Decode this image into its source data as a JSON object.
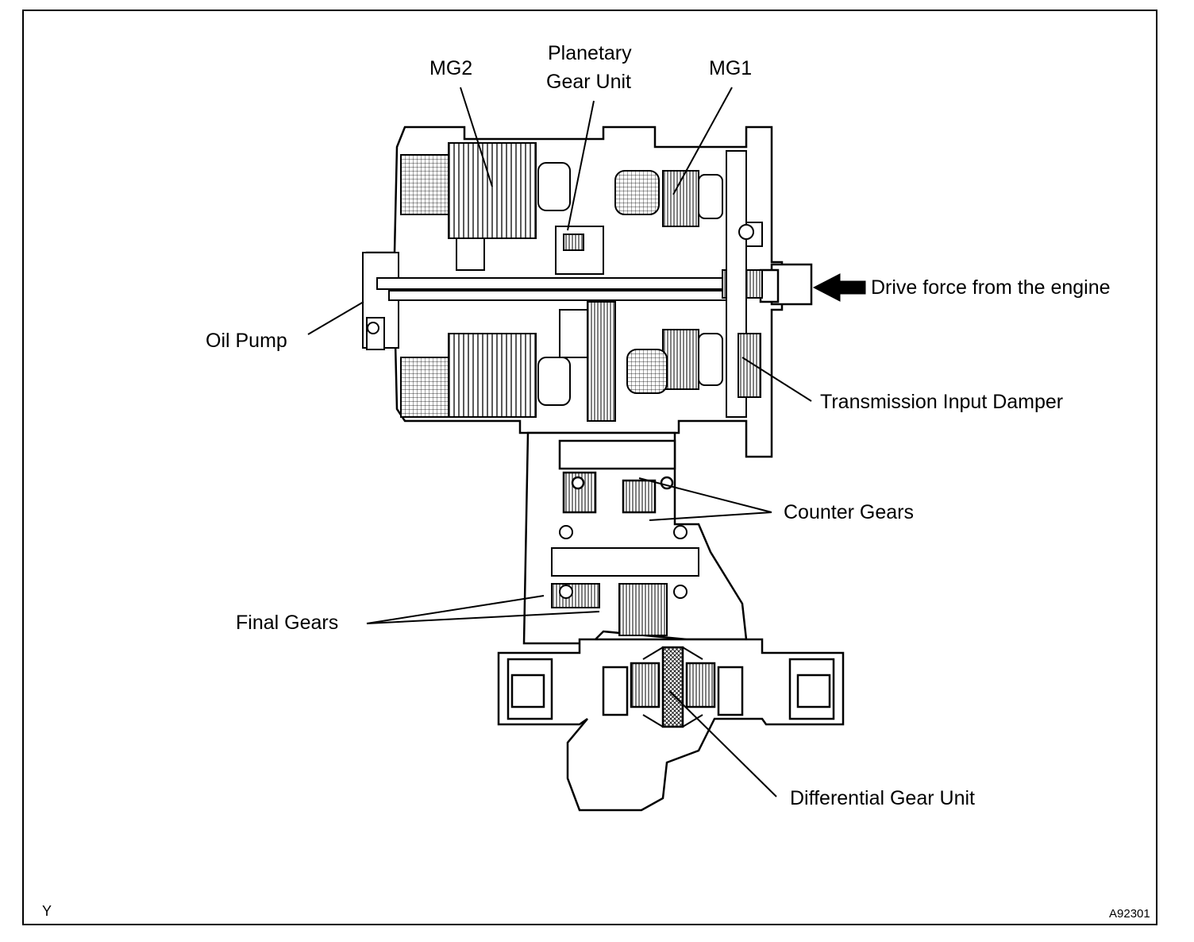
{
  "labels": {
    "mg2": "MG2",
    "planetary_line1": "Planetary",
    "planetary_line2": "Gear Unit",
    "mg1": "MG1",
    "drive_force": "Drive force from the engine",
    "oil_pump": "Oil Pump",
    "input_damper": "Transmission Input Damper",
    "counter_gears": "Counter Gears",
    "final_gears": "Final Gears",
    "differential": "Differential Gear Unit"
  },
  "corner": {
    "left_code": "Y",
    "figure_id": "A92301"
  }
}
